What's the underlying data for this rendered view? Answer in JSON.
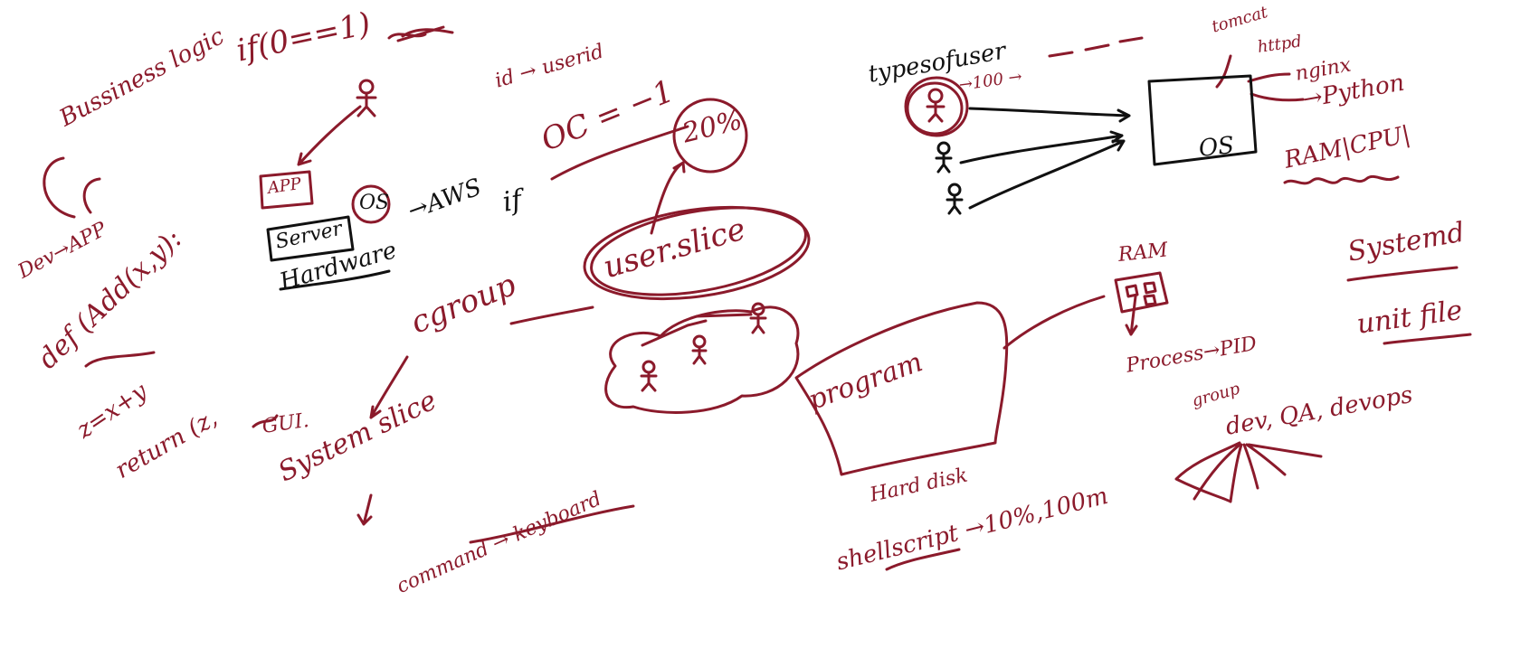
{
  "ink": {
    "red": "#8b1a2b",
    "black": "#111111",
    "paper": "#ffffff"
  },
  "notes": {
    "if_0_eq_1": "if(0==1)",
    "business_logic": "Bussiness logic",
    "dev_app": "Dev→APP",
    "def_add": "def (Add(x,y):",
    "z_eq": "z=x+y",
    "return": "return (z,",
    "gui": "GUI.",
    "app_box": "APP",
    "server": "Server",
    "os_circle": "OS",
    "hardware": "Hardware",
    "aws": "→AWS",
    "if_small": "if",
    "id_userid": "id → userid",
    "oc": "OC = −1",
    "pct_20": "20%",
    "user_slice": "user.slice",
    "cgroup": "cgroup",
    "system_slice": "System slice",
    "command_keyboard": "command → keyboard",
    "types_of_user": "typesofuser",
    "arrow_100": "→100 →",
    "tomcat": "tomcat",
    "httpd": "httpd",
    "nginx": "nginx",
    "python": "→Python",
    "os_box": "OS",
    "ram_cpu": "RAM|CPU|",
    "ram": "RAM",
    "process_pid": "Process→PID",
    "program": "program",
    "hard_disk": "Hard disk",
    "shellscript": "shellscript →10%,100m",
    "group": "group",
    "dev_qa_devops": "dev, QA, devops",
    "systemd": "Systemd",
    "unit_file": "unit file"
  }
}
